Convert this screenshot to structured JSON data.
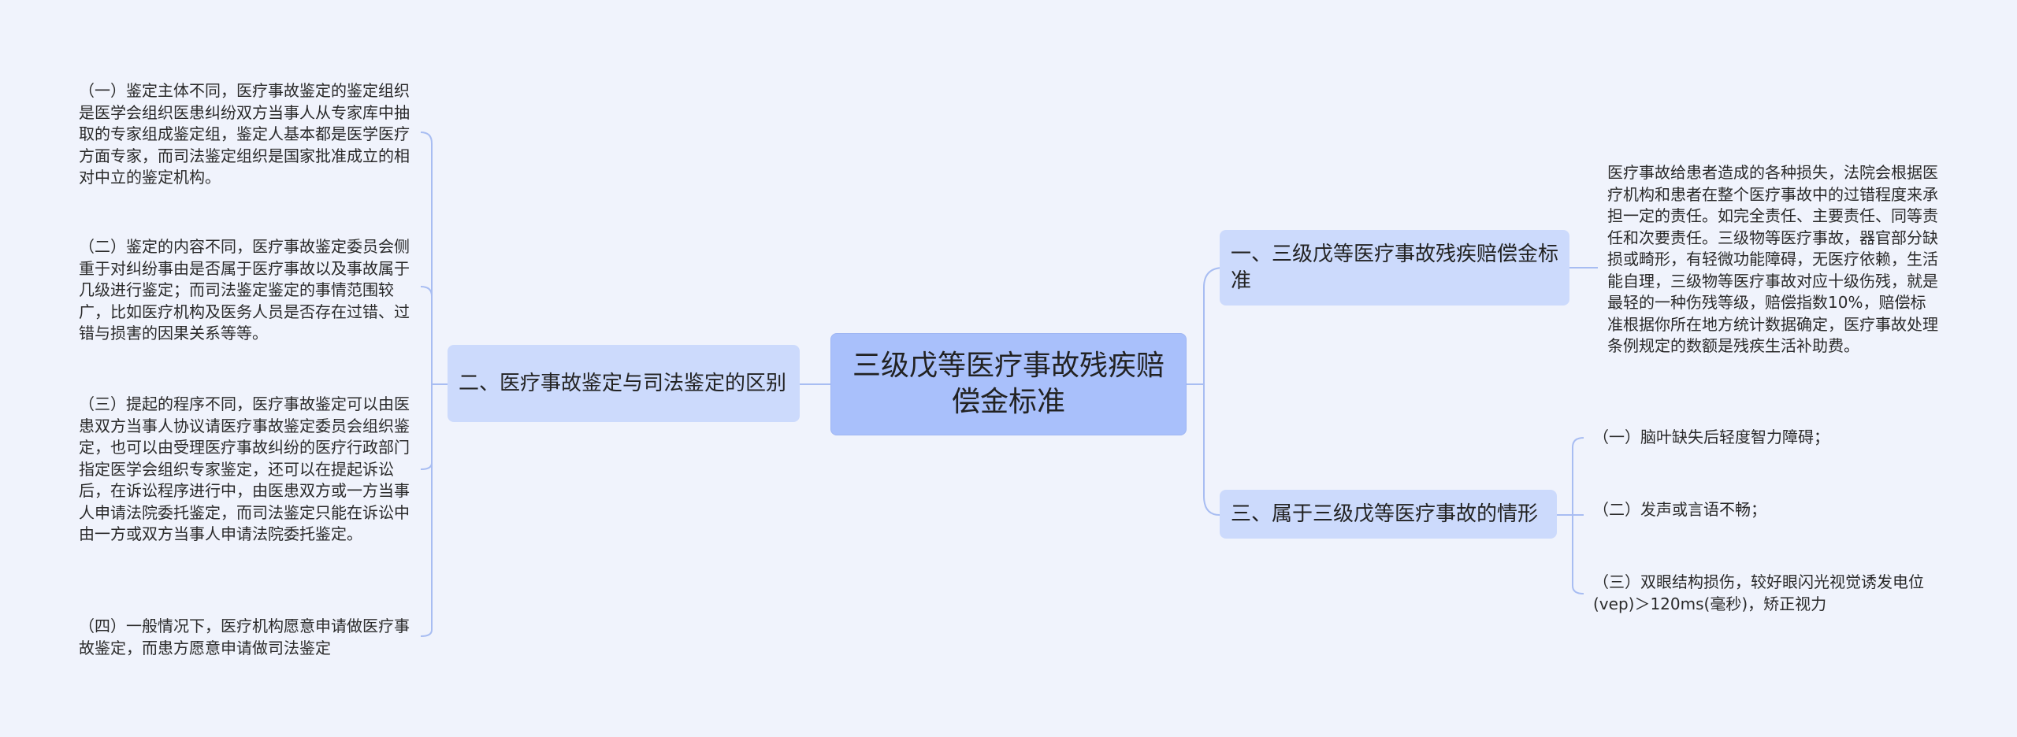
{
  "root": {
    "title": "三级戊等医疗事故残疾赔偿金标准"
  },
  "branches": {
    "b1": {
      "label": "一、三级戊等医疗事故残疾赔偿金标准"
    },
    "b2": {
      "label": "二、医疗事故鉴定与司法鉴定的区别"
    },
    "b3": {
      "label": "三、属于三级戊等医疗事故的情形"
    }
  },
  "leaves": {
    "b1_0": "医疗事故给患者造成的各种损失，法院会根据医疗机构和患者在整个医疗事故中的过错程度来承担一定的责任。如完全责任、主要责任、同等责任和次要责任。三级物等医疗事故，器官部分缺损或畸形，有轻微功能障碍，无医疗依赖，生活能自理，三级物等医疗事故对应十级伤残，就是最轻的一种伤残等级，赔偿指数10%，赔偿标准根据你所在地方统计数据确定，医疗事故处理条例规定的数额是残疾生活补助费。",
    "b2_0": "（一）鉴定主体不同，医疗事故鉴定的鉴定组织是医学会组织医患纠纷双方当事人从专家库中抽取的专家组成鉴定组，鉴定人基本都是医学医疗方面专家，而司法鉴定组织是国家批准成立的相对中立的鉴定机构。",
    "b2_1": "（二）鉴定的内容不同，医疗事故鉴定委员会侧重于对纠纷事由是否属于医疗事故以及事故属于几级进行鉴定；而司法鉴定鉴定的事情范围较广，比如医疗机构及医务人员是否存在过错、过错与损害的因果关系等等。",
    "b2_2": "（三）提起的程序不同，医疗事故鉴定可以由医患双方当事人协议请医疗事故鉴定委员会组织鉴定，也可以由受理医疗事故纠纷的医疗行政部门指定医学会组织专家鉴定，还可以在提起诉讼后，在诉讼程序进行中，由医患双方或一方当事人申请法院委托鉴定，而司法鉴定只能在诉讼中由一方或双方当事人申请法院委托鉴定。",
    "b2_3": "（四）一般情况下，医疗机构愿意申请做医疗事故鉴定，而患方愿意申请做司法鉴定",
    "b3_0": "（一）脑叶缺失后轻度智力障碍；",
    "b3_1": "（二）发声或言语不畅；",
    "b3_2": "（三）双眼结构损伤，较好眼闪光视觉诱发电位(vep)＞120ms(毫秒)，矫正视力"
  },
  "colors": {
    "background": "#f0f3fc",
    "root_fill": "#a9c0fb",
    "branch_fill": "#ccdafc",
    "connector": "#a8bdf2"
  }
}
